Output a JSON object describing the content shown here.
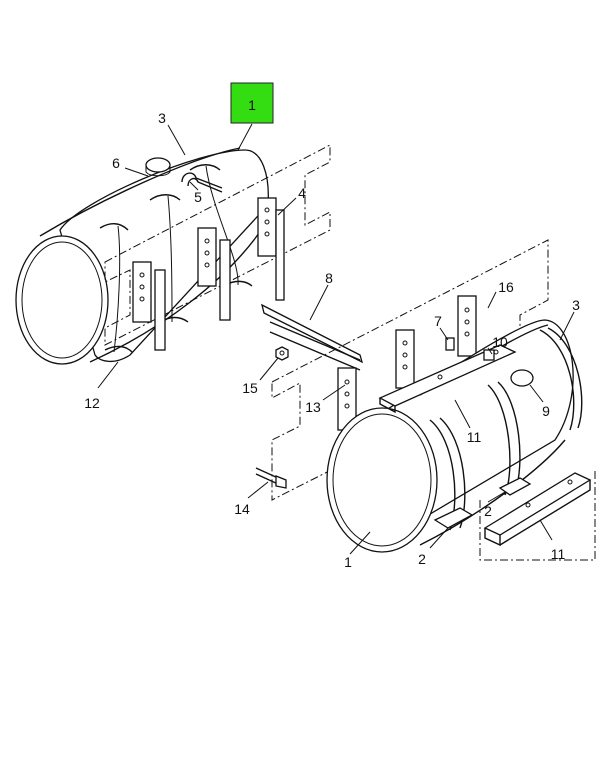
{
  "diagram": {
    "highlight_color": "#33dd11",
    "highlighted_callout": "1",
    "callouts": [
      "1",
      "3",
      "6",
      "5",
      "4",
      "8",
      "16",
      "3",
      "7",
      "10",
      "9",
      "11",
      "13",
      "15",
      "12",
      "14",
      "2",
      "2",
      "1",
      "11"
    ]
  },
  "footer": {
    "left_text": "",
    "right_text": ""
  }
}
